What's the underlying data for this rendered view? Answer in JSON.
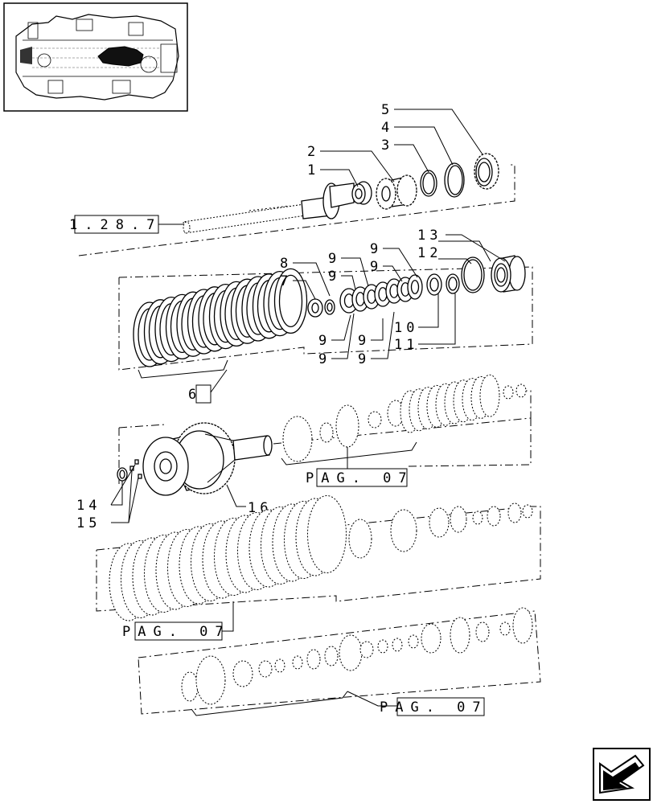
{
  "diagram": {
    "callouts": {
      "c1": "1",
      "c2": "2",
      "c3": "3",
      "c4": "4",
      "c5": "5",
      "c7": "7",
      "c8": "8",
      "c9a": "9",
      "c9b": "9",
      "c9c": "9",
      "c9d": "9",
      "c9e": "9",
      "c9f": "9",
      "c9g": "9",
      "c9h": "9",
      "c10": "10",
      "c11": "11",
      "c12": "12",
      "c13": "13",
      "c14": "14",
      "c15": "15",
      "c16": "16",
      "c6": "6"
    },
    "references": {
      "ref_top": "1.28.7",
      "ref_pag1": "PAG. 07",
      "ref_pag2": "PAG. 07",
      "ref_pag3": "PAG. 07"
    }
  },
  "icons": {
    "thumbnail": "transmission-assembly-thumbnail",
    "navigation": "arrow-left-icon"
  }
}
